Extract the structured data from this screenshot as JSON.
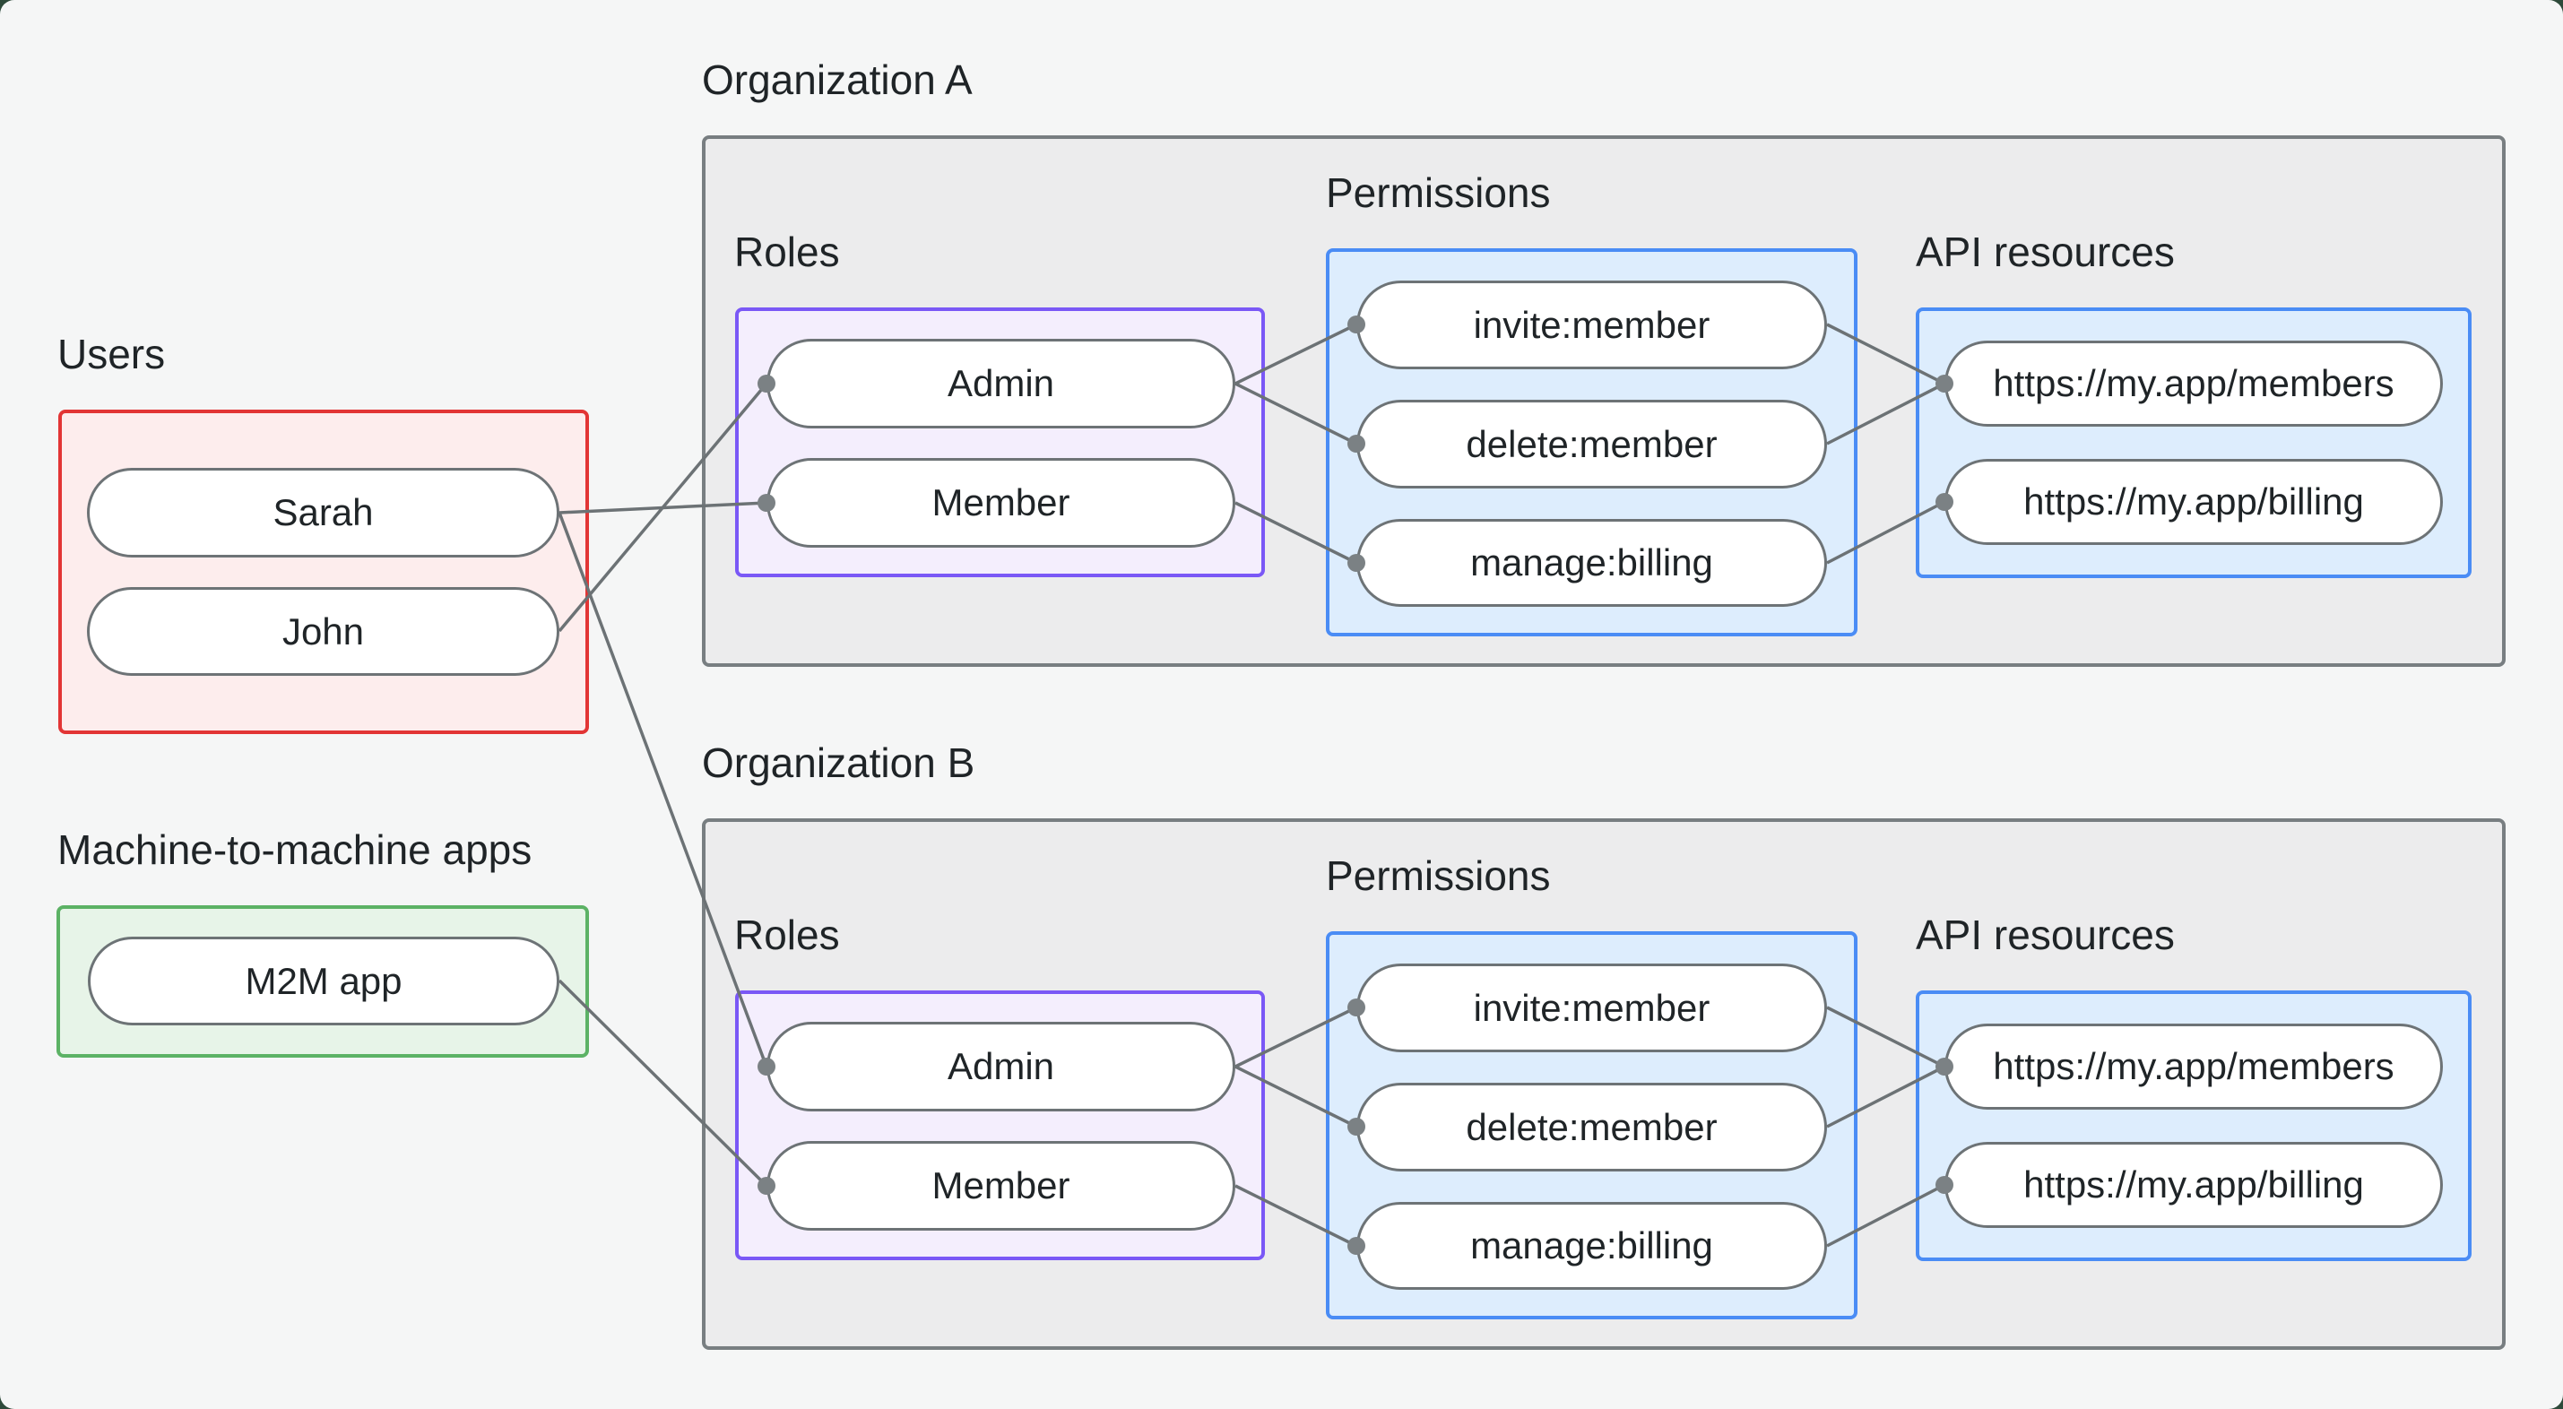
{
  "canvas": {
    "background": "#f5f6f6",
    "outside_background": "#2e4a3a"
  },
  "palette": {
    "users_border": "#e23535",
    "users_fill": "#fdeded",
    "m2m_border": "#5cb265",
    "m2m_fill": "#e7f4e8",
    "roles_border": "#7a58f6",
    "roles_fill": "#f4eefd",
    "blue_border": "#4a8cf5",
    "blue_fill": "#ddedfd",
    "org_border": "#787e81",
    "org_fill": "#ececed",
    "pill_border": "#6d7376",
    "pill_fill": "#ffffff",
    "edge_color": "#6c7275",
    "dot_color": "#7b8184",
    "text_color": "#1f2427"
  },
  "users": {
    "label": "Users",
    "nodes": [
      {
        "id": "sarah",
        "label": "Sarah"
      },
      {
        "id": "john",
        "label": "John"
      }
    ]
  },
  "m2m": {
    "label": "Machine-to-machine apps",
    "nodes": [
      {
        "id": "m2m-app",
        "label": "M2M app"
      }
    ]
  },
  "org_a": {
    "label": "Organization A",
    "roles_label": "Roles",
    "permissions_label": "Permissions",
    "api_label": "API resources",
    "roles": [
      {
        "id": "org-a-admin",
        "label": "Admin"
      },
      {
        "id": "org-a-member",
        "label": "Member"
      }
    ],
    "permissions": [
      {
        "id": "org-a-invite-member",
        "label": "invite:member"
      },
      {
        "id": "org-a-delete-member",
        "label": "delete:member"
      },
      {
        "id": "org-a-manage-billing",
        "label": "manage:billing"
      }
    ],
    "api_resources": [
      {
        "id": "org-a-members-api",
        "label": "https://my.app/members"
      },
      {
        "id": "org-a-billing-api",
        "label": "https://my.app/billing"
      }
    ]
  },
  "org_b": {
    "label": "Organization B",
    "roles_label": "Roles",
    "permissions_label": "Permissions",
    "api_label": "API resources",
    "roles": [
      {
        "id": "org-b-admin",
        "label": "Admin"
      },
      {
        "id": "org-b-member",
        "label": "Member"
      }
    ],
    "permissions": [
      {
        "id": "org-b-invite-member",
        "label": "invite:member"
      },
      {
        "id": "org-b-delete-member",
        "label": "delete:member"
      },
      {
        "id": "org-b-manage-billing",
        "label": "manage:billing"
      }
    ],
    "api_resources": [
      {
        "id": "org-b-members-api",
        "label": "https://my.app/members"
      },
      {
        "id": "org-b-billing-api",
        "label": "https://my.app/billing"
      }
    ]
  },
  "edges": [
    {
      "from": "sarah",
      "to": "org-a-member"
    },
    {
      "from": "john",
      "to": "org-a-admin"
    },
    {
      "from": "sarah",
      "to": "org-b-admin"
    },
    {
      "from": "m2m-app",
      "to": "org-b-member"
    },
    {
      "from": "org-a-admin",
      "to": "org-a-invite-member"
    },
    {
      "from": "org-a-admin",
      "to": "org-a-delete-member"
    },
    {
      "from": "org-a-member",
      "to": "org-a-manage-billing"
    },
    {
      "from": "org-a-invite-member",
      "to": "org-a-members-api"
    },
    {
      "from": "org-a-delete-member",
      "to": "org-a-members-api"
    },
    {
      "from": "org-a-manage-billing",
      "to": "org-a-billing-api"
    },
    {
      "from": "org-b-admin",
      "to": "org-b-invite-member"
    },
    {
      "from": "org-b-admin",
      "to": "org-b-delete-member"
    },
    {
      "from": "org-b-member",
      "to": "org-b-manage-billing"
    },
    {
      "from": "org-b-invite-member",
      "to": "org-b-members-api"
    },
    {
      "from": "org-b-delete-member",
      "to": "org-b-members-api"
    },
    {
      "from": "org-b-manage-billing",
      "to": "org-b-billing-api"
    }
  ]
}
